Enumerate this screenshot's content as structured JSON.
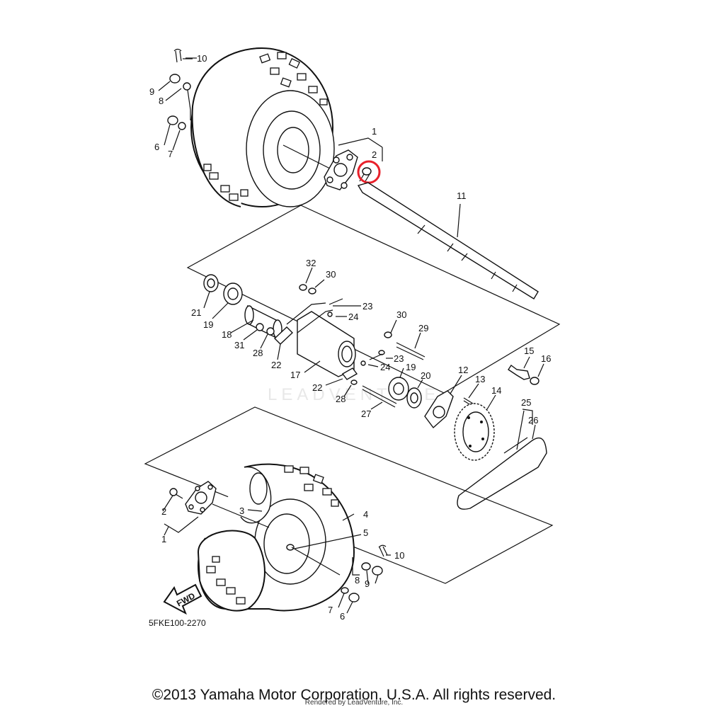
{
  "diagram": {
    "code": "5FKE100-2270",
    "watermark": "LEADVENTURE",
    "fwd_label": "FWD",
    "highlight_color": "#e8202a",
    "callouts": {
      "c10a": "10",
      "c9a": "9",
      "c8a": "8",
      "c6a": "6",
      "c7a": "7",
      "c1a": "1",
      "c2a": "2",
      "c11": "11",
      "c32": "32",
      "c30a": "30",
      "c21": "21",
      "c19a": "19",
      "c18": "18",
      "c23a": "23",
      "c24a": "24",
      "c31": "31",
      "c28a": "28",
      "c22a": "22",
      "c30b": "30",
      "c29": "29",
      "c23b": "23",
      "c24b": "24",
      "c17": "17",
      "c19b": "19",
      "c20": "20",
      "c22b": "22",
      "c28b": "28",
      "c27": "27",
      "c12": "12",
      "c13": "13",
      "c14": "14",
      "c15": "15",
      "c16": "16",
      "c25": "25",
      "c26": "26",
      "c2b": "2",
      "c1b": "1",
      "c3": "3",
      "c4": "4",
      "c5": "5",
      "c10b": "10",
      "c8b": "8",
      "c9b": "9",
      "c7b": "7",
      "c6b": "6"
    }
  },
  "footer": {
    "copyright": "©2013 Yamaha Motor Corporation, U.S.A. All rights reserved.",
    "rendered": "Rendered by LeadVenture, Inc."
  }
}
